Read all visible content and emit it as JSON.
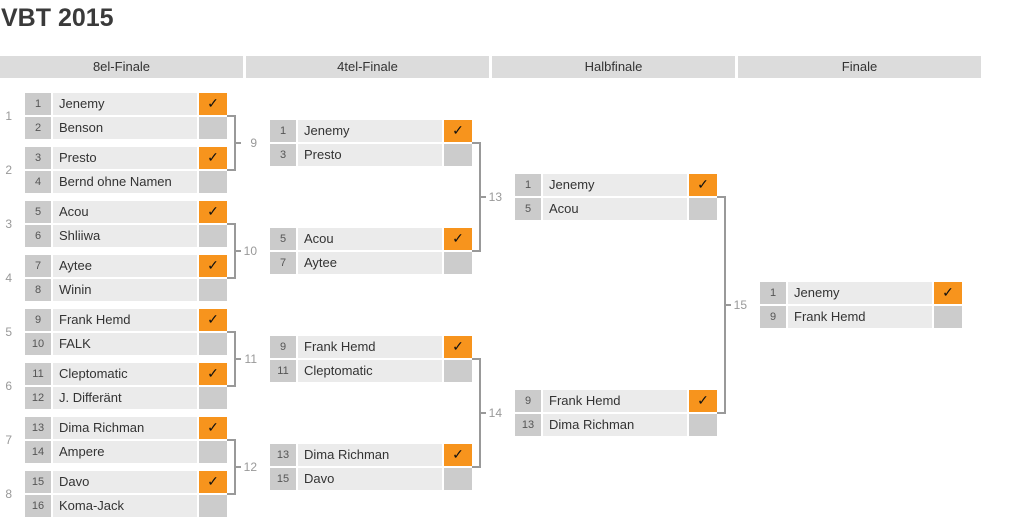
{
  "title": "VBT 2015",
  "checkmark": "✓",
  "colors": {
    "accent_orange": "#F7941D",
    "header_bg": "#dcdcdc",
    "seed_cell_bg": "#cbcbcb",
    "name_cell_bg": "#ebebeb",
    "loser_cell_bg": "#cccccc",
    "connector_gray": "#999999",
    "label_gray": "#999999",
    "text_dark": "#333333",
    "check_color": "#111111"
  },
  "rounds": [
    {
      "label": "8el-Finale",
      "matches": [
        {
          "number": 1,
          "players": [
            {
              "seed": 1,
              "name": "Jenemy",
              "winner": true
            },
            {
              "seed": 2,
              "name": "Benson",
              "winner": false
            }
          ]
        },
        {
          "number": 2,
          "players": [
            {
              "seed": 3,
              "name": "Presto",
              "winner": true
            },
            {
              "seed": 4,
              "name": "Bernd ohne Namen",
              "winner": false
            }
          ]
        },
        {
          "number": 3,
          "players": [
            {
              "seed": 5,
              "name": "Acou",
              "winner": true
            },
            {
              "seed": 6,
              "name": "Shliiwa",
              "winner": false
            }
          ]
        },
        {
          "number": 4,
          "players": [
            {
              "seed": 7,
              "name": "Aytee",
              "winner": true
            },
            {
              "seed": 8,
              "name": "Winin",
              "winner": false
            }
          ]
        },
        {
          "number": 5,
          "players": [
            {
              "seed": 9,
              "name": "Frank Hemd",
              "winner": true
            },
            {
              "seed": 10,
              "name": "FALK",
              "winner": false
            }
          ]
        },
        {
          "number": 6,
          "players": [
            {
              "seed": 11,
              "name": "Cleptomatic",
              "winner": true
            },
            {
              "seed": 12,
              "name": "J. Differänt",
              "winner": false
            }
          ]
        },
        {
          "number": 7,
          "players": [
            {
              "seed": 13,
              "name": "Dima Richman",
              "winner": true
            },
            {
              "seed": 14,
              "name": "Ampere",
              "winner": false
            }
          ]
        },
        {
          "number": 8,
          "players": [
            {
              "seed": 15,
              "name": "Davo",
              "winner": true
            },
            {
              "seed": 16,
              "name": "Koma-Jack",
              "winner": false
            }
          ]
        }
      ]
    },
    {
      "label": "4tel-Finale",
      "matches": [
        {
          "number": 9,
          "players": [
            {
              "seed": 1,
              "name": "Jenemy",
              "winner": true
            },
            {
              "seed": 3,
              "name": "Presto",
              "winner": false
            }
          ]
        },
        {
          "number": 10,
          "players": [
            {
              "seed": 5,
              "name": "Acou",
              "winner": true
            },
            {
              "seed": 7,
              "name": "Aytee",
              "winner": false
            }
          ]
        },
        {
          "number": 11,
          "players": [
            {
              "seed": 9,
              "name": "Frank Hemd",
              "winner": true
            },
            {
              "seed": 11,
              "name": "Cleptomatic",
              "winner": false
            }
          ]
        },
        {
          "number": 12,
          "players": [
            {
              "seed": 13,
              "name": "Dima Richman",
              "winner": true
            },
            {
              "seed": 15,
              "name": "Davo",
              "winner": false
            }
          ]
        }
      ]
    },
    {
      "label": "Halbfinale",
      "matches": [
        {
          "number": 13,
          "players": [
            {
              "seed": 1,
              "name": "Jenemy",
              "winner": true
            },
            {
              "seed": 5,
              "name": "Acou",
              "winner": false
            }
          ]
        },
        {
          "number": 14,
          "players": [
            {
              "seed": 9,
              "name": "Frank Hemd",
              "winner": true
            },
            {
              "seed": 13,
              "name": "Dima Richman",
              "winner": false
            }
          ]
        }
      ]
    },
    {
      "label": "Finale",
      "matches": [
        {
          "number": 15,
          "players": [
            {
              "seed": 1,
              "name": "Jenemy",
              "winner": true
            },
            {
              "seed": 9,
              "name": "Frank Hemd",
              "winner": false
            }
          ]
        }
      ]
    }
  ]
}
